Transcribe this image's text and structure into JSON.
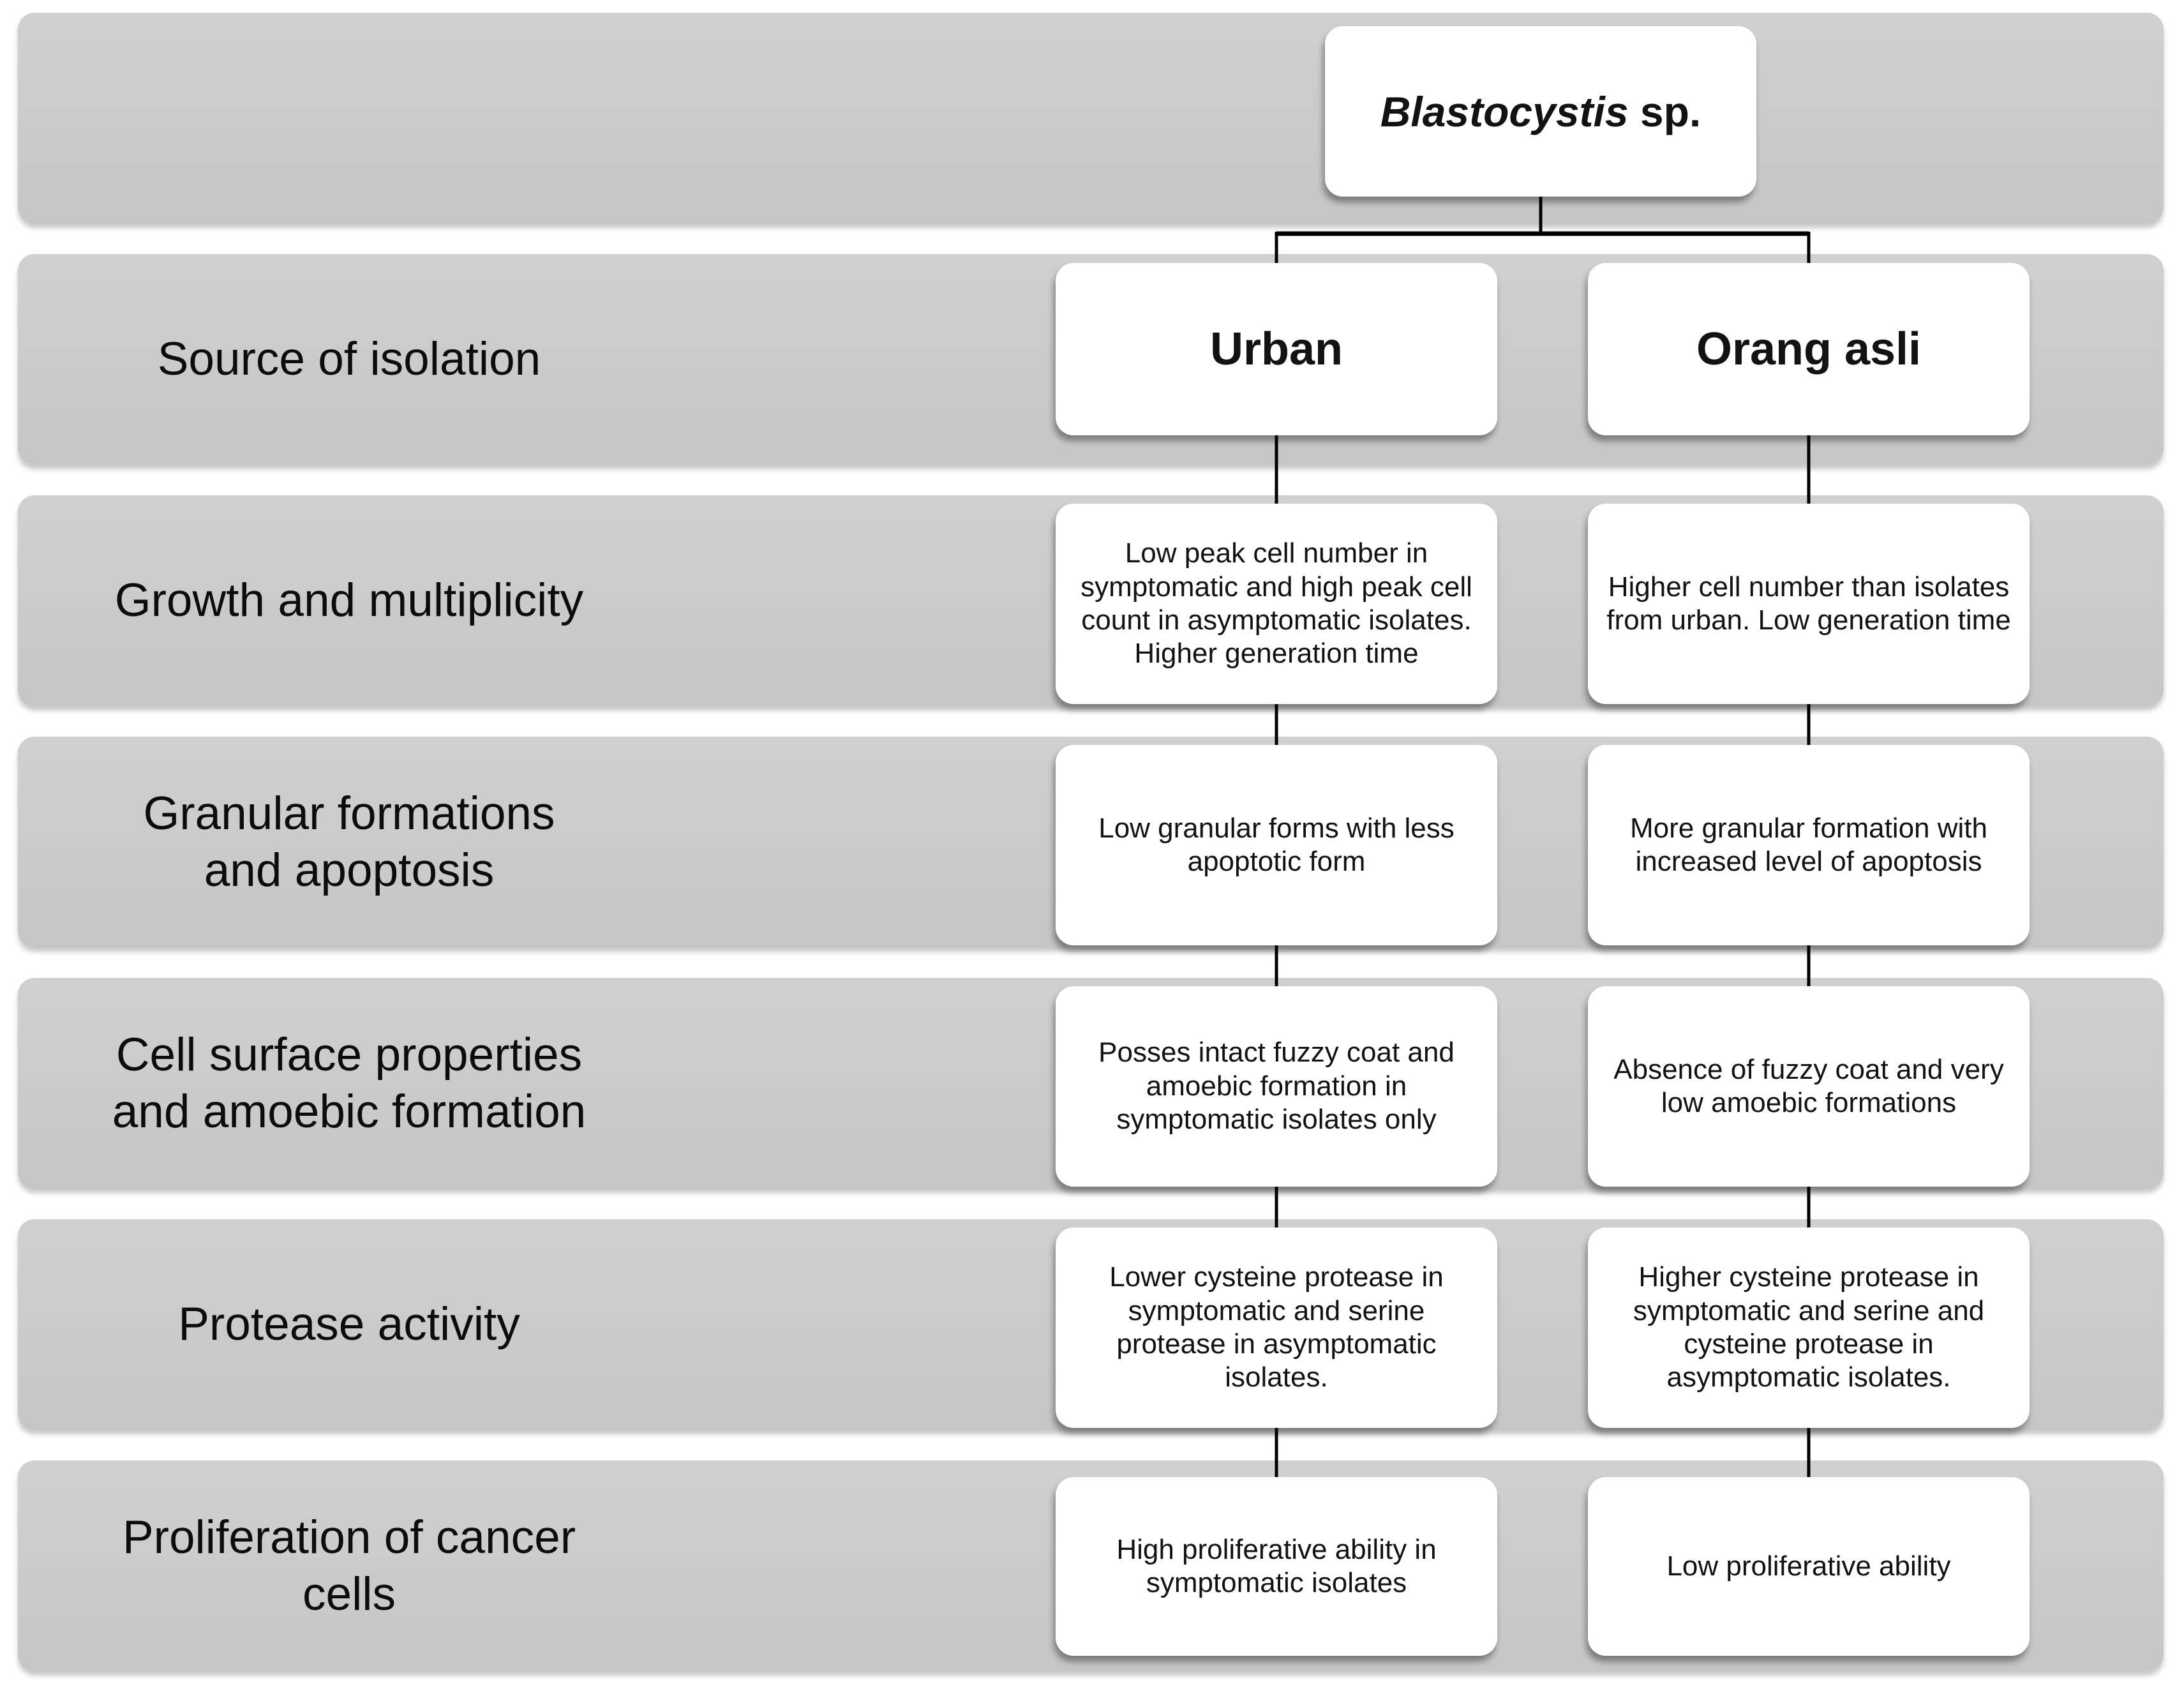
{
  "diagram": {
    "root": {
      "name_italic": "Blastocystis",
      "name_suffix": " sp."
    },
    "columns": {
      "urban": "Urban",
      "orang_asli": "Orang asli"
    },
    "rows": [
      {
        "label": "Source of isolation"
      },
      {
        "label": "Growth and multiplicity",
        "urban": "Low peak cell number in symptomatic and high peak cell count in asymptomatic isolates. Higher generation time",
        "orang_asli": "Higher cell number than isolates from urban. Low generation time"
      },
      {
        "label": "Granular formations\nand apoptosis",
        "urban": "Low granular forms with less apoptotic form",
        "orang_asli": "More granular formation with increased level of apoptosis"
      },
      {
        "label": "Cell surface properties\nand amoebic formation",
        "urban": "Posses intact fuzzy coat and amoebic formation in symptomatic isolates only",
        "orang_asli": "Absence of fuzzy coat and very low amoebic formations"
      },
      {
        "label": "Protease activity",
        "urban": "Lower cysteine protease in symptomatic and serine protease in asymptomatic isolates.",
        "orang_asli": "Higher cysteine protease in symptomatic and serine and cysteine protease in asymptomatic isolates."
      },
      {
        "label": "Proliferation of cancer\ncells",
        "urban": "High proliferative ability in symptomatic isolates",
        "orang_asli": "Low proliferative ability"
      }
    ],
    "colors": {
      "band_gray": "#cacaca",
      "box_white": "#ffffff",
      "line_black": "#000000"
    }
  }
}
